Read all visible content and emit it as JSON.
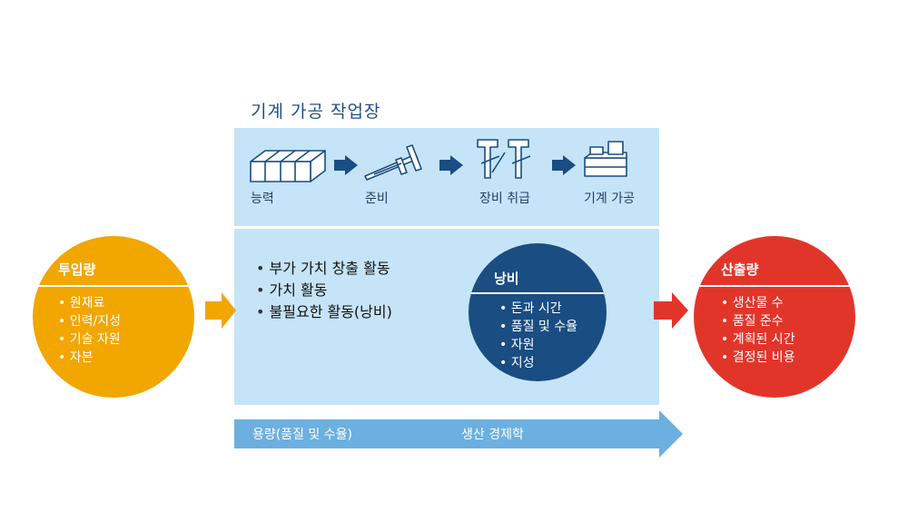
{
  "title": "기계 가공 작업장",
  "steps": [
    "능력",
    "준비",
    "장비 취급",
    "기계 가공"
  ],
  "input": {
    "title": "투입량",
    "items": [
      "원재료",
      "인력/지성",
      "기술 자원",
      "자본"
    ]
  },
  "activities": [
    "부가 가치 창출 활동",
    "가치 활동",
    "불필요한 활동(낭비)"
  ],
  "waste": {
    "title": "낭비",
    "items": [
      "돈과 시간",
      "품질 및 수율",
      "자원",
      "지성"
    ]
  },
  "output": {
    "title": "산출량",
    "items": [
      "생산물 수",
      "품질 준수",
      "계획된 시간",
      "결정된 비용"
    ]
  },
  "bottom_bar": {
    "left": "용량(품질 및 수율)",
    "right": "생산 경제학"
  },
  "colors": {
    "panel": "#c6e4f7",
    "input": "#f2a600",
    "output": "#e2352a",
    "waste": "#1a4d82",
    "step_arrow": "#1a4d82",
    "bottom_arrow": "#6bb0e0",
    "title": "#1f4f86"
  }
}
